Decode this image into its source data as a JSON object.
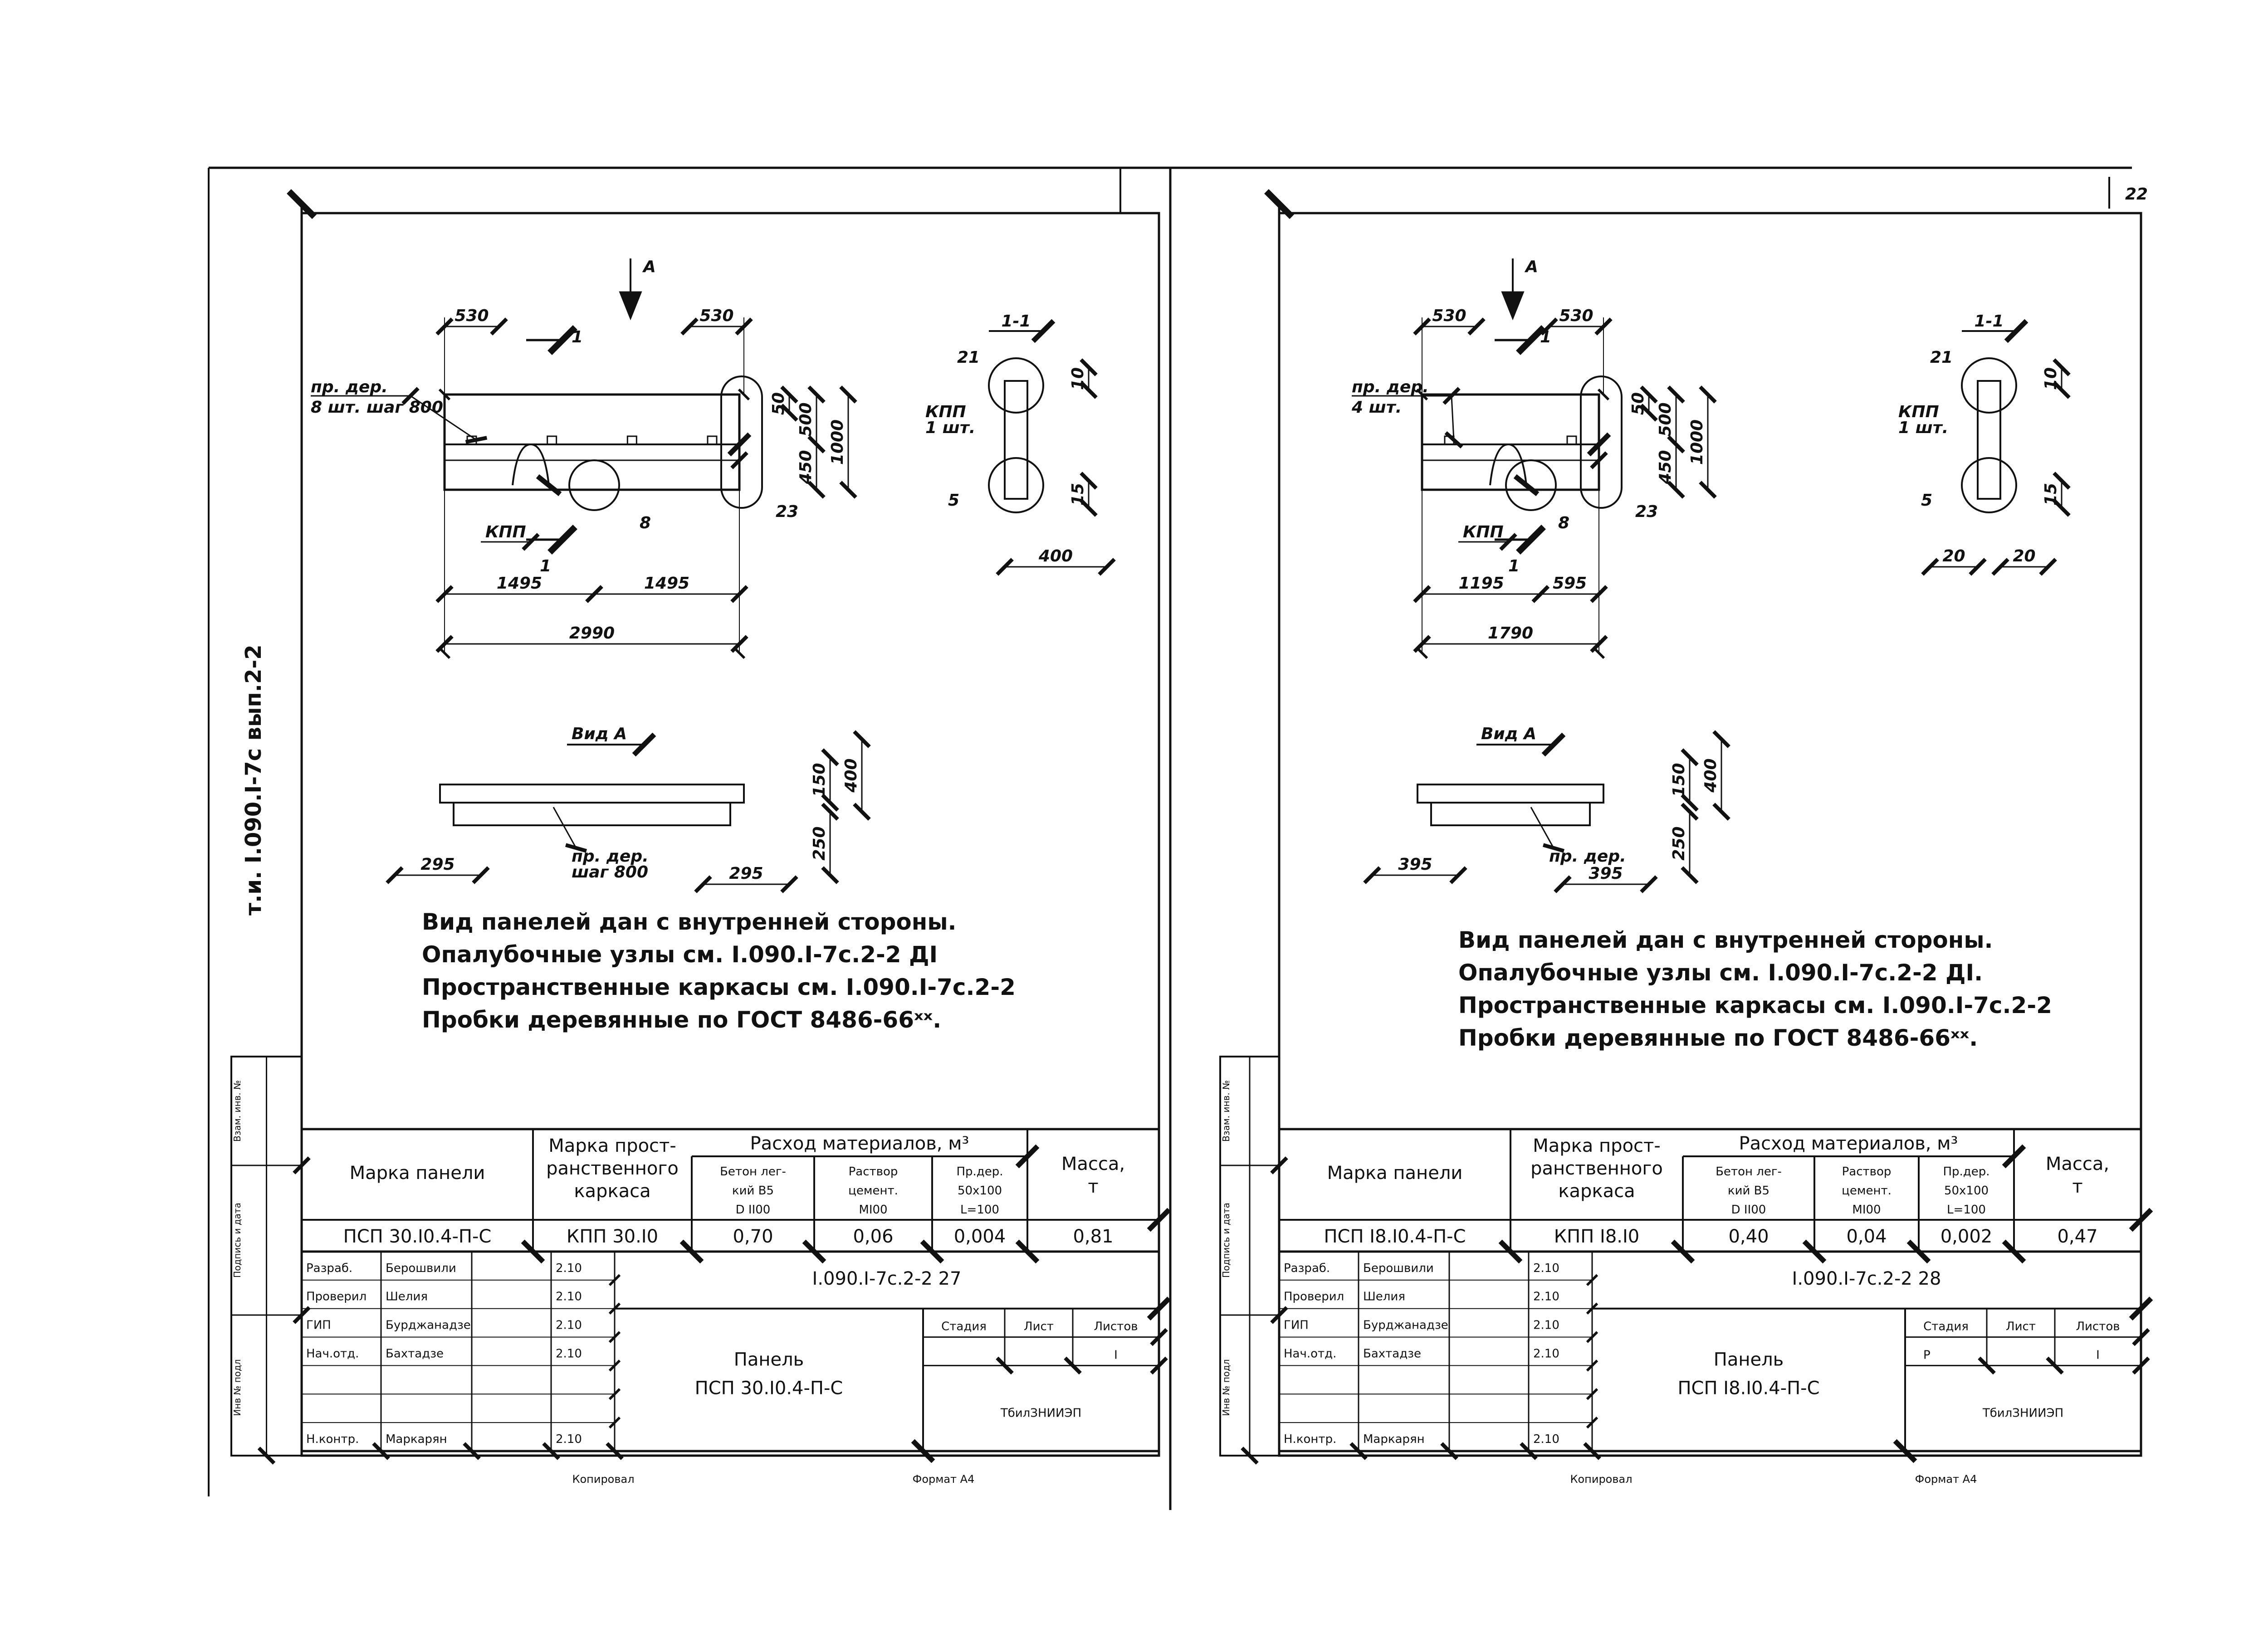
{
  "page_number": "22",
  "side_stamp": "т.и. I.090.I-7с вып.2-2",
  "side_labels": [
    "Инв № подл",
    "Подпись и дата",
    "Взам. инв. №"
  ],
  "footer": {
    "copied": "Копировал",
    "format": "Формат А4"
  },
  "sheets": [
    {
      "drawing": {
        "view_arrow_label": "А",
        "section_mark": "1",
        "section_title": "1-1",
        "top_dims": [
          "530",
          "530"
        ],
        "right_dims": [
          "50",
          "500",
          "450",
          "1000"
        ],
        "bottom_dims": [
          "1495",
          "1495"
        ],
        "total_dim": "2990",
        "labels": {
          "wood_plug_1": "пр. дер.",
          "wood_plug_2": "8 шт. шаг 800",
          "kpp": "КПП",
          "c8": "8",
          "c23": "23"
        },
        "section_labels": {
          "c21": "21",
          "kpp1": "КПП",
          "kpp2": "1 шт.",
          "c5": "5",
          "d10": "10",
          "d15": "15",
          "width": "400"
        },
        "view_title": "Вид А",
        "view_dims": {
          "left": "295",
          "right": "295",
          "d150": "150",
          "d400": "400",
          "d250": "250"
        },
        "view_labels": {
          "p1": "пр. дер.",
          "p2": "шаг 800"
        },
        "notes": [
          "Вид панелей дан с внутренней стороны.",
          "Опалубочные узлы см. I.090.I-7с.2-2 ДI",
          "Пространственные каркасы см. I.090.I-7с.2-2",
          "Пробки деревянные по ГОСТ 8486-66ˣˣ."
        ]
      },
      "table": {
        "header": {
          "mark": "Марка панели",
          "frame1": "Марка прост-",
          "frame2": "ранственного",
          "frame3": "каркаса",
          "materials": "Расход материалов, м³",
          "mass1": "Масса,",
          "mass2": "т",
          "concrete1": "Бетон лег-",
          "concrete2": "кий В5",
          "concrete3": "D II00",
          "mortar1": "Раствор",
          "mortar2": "цемент.",
          "mortar3": "МI00",
          "wood1": "Пр.дер.",
          "wood2": "50х100",
          "wood3": "L=100"
        },
        "row": {
          "mark": "ПСП 30.I0.4-П-С",
          "frame": "КПП 30.I0",
          "concrete": "0,70",
          "mortar": "0,06",
          "wood": "0,004",
          "mass": "0,81"
        }
      },
      "title_block": {
        "doc_code": "I.090.I-7с.2-2 27",
        "name1": "Панель",
        "name2": "ПСП 30.I0.4-П-С",
        "stage": "Стадия",
        "sheet": "Лист",
        "sheets": "Листов",
        "stage_val": "",
        "sheet_val": "",
        "sheets_val": "I",
        "org": "ТбилЗНИИЭП",
        "roles": [
          "Разраб.",
          "Проверил",
          "ГИП",
          "Нач.отд.",
          "",
          "",
          "Н.контр."
        ],
        "names": [
          "Берошвили",
          "Шелия",
          "Бурджанадзе",
          "Бахтадзе",
          "",
          "",
          "Маркарян"
        ],
        "dates": [
          "2.10",
          "2.10",
          "2.10",
          "2.10",
          "",
          "",
          "2.10"
        ]
      }
    },
    {
      "drawing": {
        "view_arrow_label": "А",
        "section_mark": "1",
        "section_title": "1-1",
        "top_dims": [
          "530",
          "530"
        ],
        "right_dims": [
          "50",
          "500",
          "450",
          "1000"
        ],
        "bottom_dims": [
          "1195",
          "595"
        ],
        "total_dim": "1790",
        "labels": {
          "wood_plug_1": "пр. дер.",
          "wood_plug_2": "4 шт.",
          "kpp": "КПП",
          "c8": "8",
          "c23": "23"
        },
        "section_labels": {
          "c21": "21",
          "kpp1": "КПП",
          "kpp2": "1 шт.",
          "c5": "5",
          "d10": "10",
          "d15": "15",
          "w1": "20",
          "w2": "20"
        },
        "view_title": "Вид А",
        "view_dims": {
          "left": "395",
          "right": "395",
          "d150": "150",
          "d400": "400",
          "d250": "250"
        },
        "view_labels": {
          "p1": "пр. дер."
        },
        "notes": [
          "Вид панелей дан с внутренней стороны.",
          "Опалубочные узлы см. I.090.I-7с.2-2 ДI.",
          "Пространственные каркасы см. I.090.I-7с.2-2",
          "Пробки деревянные по ГОСТ 8486-66ˣˣ."
        ]
      },
      "table": {
        "header": {
          "mark": "Марка панели",
          "frame1": "Марка прост-",
          "frame2": "ранственного",
          "frame3": "каркаса",
          "materials": "Расход материалов, м³",
          "mass1": "Масса,",
          "mass2": "т",
          "concrete1": "Бетон лег-",
          "concrete2": "кий В5",
          "concrete3": "D II00",
          "mortar1": "Раствор",
          "mortar2": "цемент.",
          "mortar3": "МI00",
          "wood1": "Пр.дер.",
          "wood2": "50х100",
          "wood3": "L=100"
        },
        "row": {
          "mark": "ПСП I8.I0.4-П-С",
          "frame": "КПП I8.I0",
          "concrete": "0,40",
          "mortar": "0,04",
          "wood": "0,002",
          "mass": "0,47"
        }
      },
      "title_block": {
        "doc_code": "I.090.I-7с.2-2 28",
        "name1": "Панель",
        "name2": "ПСП I8.I0.4-П-С",
        "stage": "Стадия",
        "sheet": "Лист",
        "sheets": "Листов",
        "stage_val": "Р",
        "sheet_val": "",
        "sheets_val": "I",
        "org": "ТбилЗНИИЭП",
        "roles": [
          "Разраб.",
          "Проверил",
          "ГИП",
          "Нач.отд.",
          "",
          "",
          "Н.контр."
        ],
        "names": [
          "Берошвили",
          "Шелия",
          "Бурджанадзе",
          "Бахтадзе",
          "",
          "",
          "Маркарян"
        ],
        "dates": [
          "2.10",
          "2.10",
          "2.10",
          "2.10",
          "",
          "",
          "2.10"
        ]
      }
    }
  ]
}
